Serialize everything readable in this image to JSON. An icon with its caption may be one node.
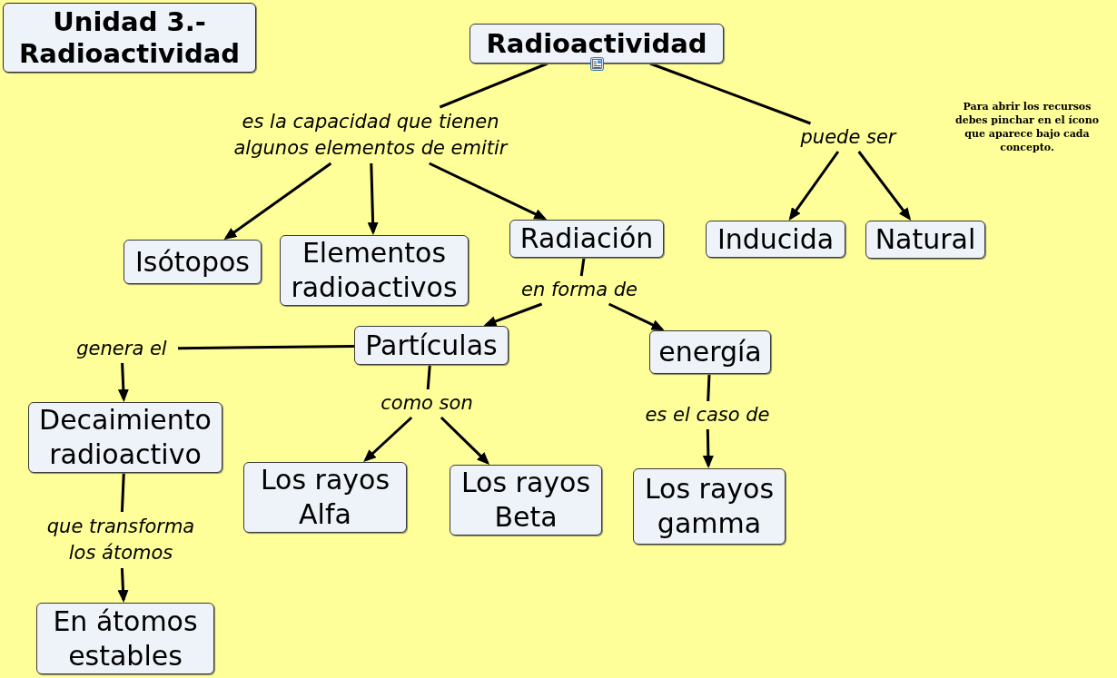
{
  "diagram": {
    "title": "Unidad 3.- Radioactividad",
    "nodes": [
      {
        "text": [
          "Radioactividad"
        ]
      },
      {
        "text": [
          "es la capacidad que tienen algunos elementos de emitir"
        ]
      },
      {
        "text": [
          "puede ser"
        ]
      },
      {
        "text": [
          "Isótopos"
        ]
      },
      {
        "text": [
          "Elementos radioactivos"
        ]
      },
      {
        "text": [
          "Radiación"
        ]
      },
      {
        "text": [
          "Inducida"
        ]
      },
      {
        "text": [
          "Natural"
        ]
      },
      {
        "text": [
          "en forma de"
        ]
      },
      {
        "text": [
          "Partículas"
        ]
      },
      {
        "text": [
          "energía"
        ]
      },
      {
        "text": [
          "genera el"
        ]
      },
      {
        "text": [
          "Decaimiento radioactivo"
        ]
      },
      {
        "text": [
          "como son"
        ]
      },
      {
        "text": [
          "es el caso de"
        ]
      },
      {
        "text": [
          "Los rayos Alfa"
        ]
      },
      {
        "text": [
          "Los rayos Beta"
        ]
      },
      {
        "text": [
          "Los rayos gamma"
        ]
      },
      {
        "text": [
          "que transforma los átomos"
        ]
      },
      {
        "text": [
          "En átomos estables"
        ]
      }
    ],
    "edges": [
      {
        "from": 0,
        "to": 1,
        "arrow": "none"
      },
      {
        "from": 0,
        "to": 2,
        "arrow": "none"
      },
      {
        "from": 1,
        "to": 3,
        "arrow": "to"
      },
      {
        "from": 1,
        "to": 4,
        "arrow": "to"
      },
      {
        "from": 1,
        "to": 5,
        "arrow": "to"
      },
      {
        "from": 2,
        "to": 6,
        "arrow": "to"
      },
      {
        "from": 2,
        "to": 7,
        "arrow": "to"
      },
      {
        "from": 5,
        "to": 8,
        "arrow": "none"
      },
      {
        "from": 8,
        "to": 9,
        "arrow": "to"
      },
      {
        "from": 8,
        "to": 10,
        "arrow": "to"
      },
      {
        "from": 9,
        "to": 11,
        "arrow": "none"
      },
      {
        "from": 11,
        "to": 12,
        "arrow": "to"
      },
      {
        "from": 9,
        "to": 13,
        "arrow": "none"
      },
      {
        "from": 13,
        "to": 15,
        "arrow": "to"
      },
      {
        "from": 13,
        "to": 16,
        "arrow": "to"
      },
      {
        "from": 10,
        "to": 14,
        "arrow": "none"
      },
      {
        "from": 14,
        "to": 17,
        "arrow": "to"
      },
      {
        "from": 12,
        "to": 18,
        "arrow": "none"
      },
      {
        "from": 18,
        "to": 19,
        "arrow": "to"
      }
    ],
    "labels": [
      "Para abrir los recursos debes pinchar en el ícono que aparece bajo cada concepto."
    ]
  }
}
